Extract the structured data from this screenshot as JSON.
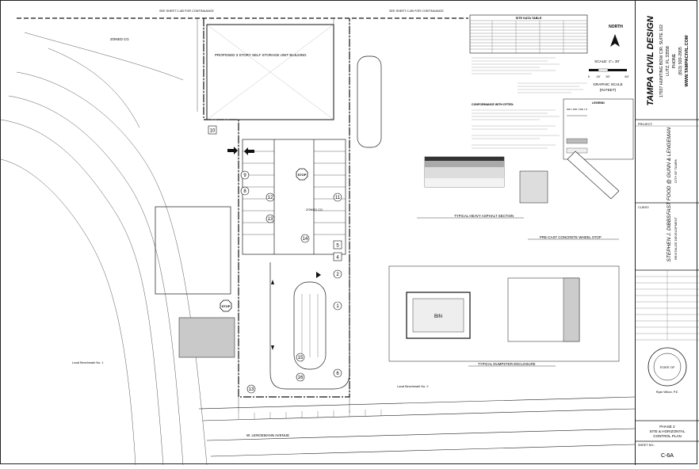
{
  "firm": {
    "name": "TAMPA CIVIL DESIGN",
    "address": "17937 HUNTING BOW CIR. SUITE 102",
    "city": "LUTZ, FL 33558",
    "phone_label": "PHONE",
    "phone": "(813) 920-2905",
    "website": "WWW.TAMPACIVIL.COM"
  },
  "north_label": "NORTH",
  "graphic_scale": {
    "scale": "SCALE: 1\"= 30'",
    "ticks": [
      "0",
      "15'",
      "30'",
      "60'"
    ],
    "title": "GRAPHIC SCALE",
    "units": "(IN FEET)"
  },
  "project": {
    "label": "PROJECT:",
    "name": "FAST FOOD @ GUNN & LENGEMAN",
    "detail": "CITY OF TAMPA"
  },
  "client": {
    "label": "CLIENT:",
    "name": "STEPHEN J. DIBBS",
    "detail": "REVITALIZE DEVELOPMENT"
  },
  "seal": {
    "state": "STATE OF",
    "signer": "Ryan Wilcox, P.E."
  },
  "sheet": {
    "phase": "PHASE 2",
    "title_line1": "SITE & HORIZONTAL",
    "title_line2": "CONTROL PLAN",
    "number_label": "SHEET NO.:",
    "number": "C-6A"
  },
  "site_data_table": {
    "title": "SITE DATA TABLE"
  },
  "legend": {
    "title": "LEGEND"
  },
  "notes": {
    "conformance": "CONFORMANCE WITH CPTED:"
  },
  "plan_labels": {
    "building": "PROPOSED 3 STORY SELF STORAGE UNIT BUILDING",
    "stop": "STOP",
    "bin": "BIN",
    "zoned": "ZONED CG",
    "avenue": "W. LENGEMANN AVENUE",
    "benchmark": "Local Benchmark No. 1",
    "benchmark2": "Local Benchmark No. 2",
    "continuance_left": "SEE SHEET C-6B FOR CONTINUANCE",
    "continuance_right": "SEE SHEET C-6B FOR CONTINUANCE"
  },
  "details": {
    "heavy_asphalt": "TYPICAL HEAVY ASPHALT SECTION",
    "wheel_stop": "PRE-CAST CONCRETE WHEEL STOP",
    "dumpster": "TYPICAL DUMPSTER ENCLOSURE"
  },
  "parking_numbers": [
    "10",
    "9",
    "8",
    "12",
    "11",
    "13",
    "14",
    "5",
    "4",
    "2",
    "1",
    "6",
    "15",
    "16",
    "13"
  ]
}
